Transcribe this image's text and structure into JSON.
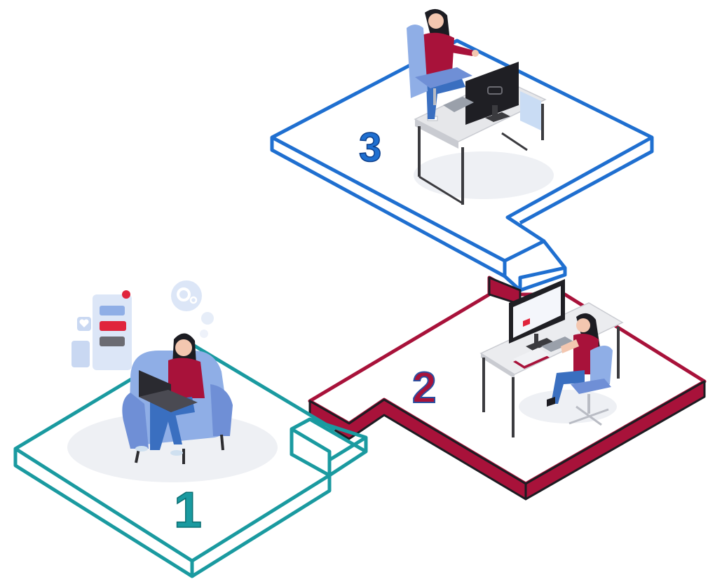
{
  "steps": [
    {
      "number": "1",
      "color": "#1a9aa0",
      "scene": "woman-on-armchair-with-laptop"
    },
    {
      "number": "2",
      "color": "#a8123a",
      "scene": "woman-at-desk-with-monitor"
    },
    {
      "number": "3",
      "color": "#1f6fd0",
      "scene": "woman-at-standing-desk-with-monitor"
    }
  ],
  "colors": {
    "platform_top": "#ffffff",
    "shadow": "#eef0f4",
    "shirt": "#a8123a",
    "jeans": "#3a6fc0",
    "chair": "#8faee6",
    "chair_dark": "#6f8fd6",
    "hair": "#1c1c22",
    "skin": "#f3c7b0",
    "desk": "#e6e7ea",
    "desk_legs": "#3b3b3f",
    "monitor": "#1f1f24",
    "ui_tile": "#c9d8f2",
    "ui_alert": "#e0243c"
  },
  "icons": [
    "chat-card-icon",
    "heart-icon",
    "gear-bubble-icon",
    "notification-badge-icon"
  ]
}
